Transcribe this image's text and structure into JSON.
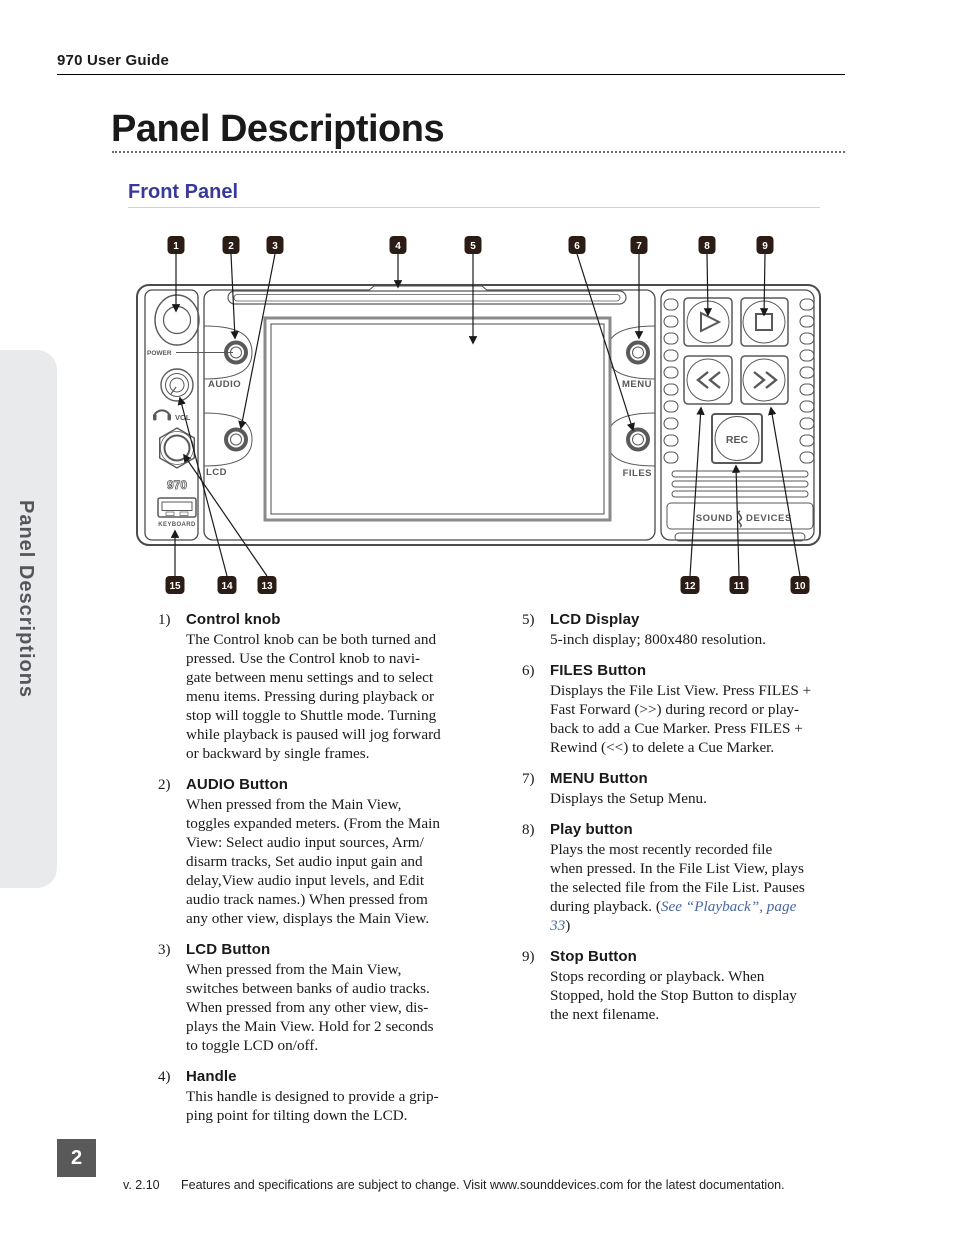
{
  "page": {
    "header_title": "970 User Guide",
    "title": "Panel Descriptions",
    "section_title": "Front Panel"
  },
  "sidebar": {
    "label": "Panel Descriptions"
  },
  "footer": {
    "page_number": "2",
    "version": "v. 2.10",
    "note": "Features and specifications are subject to change. Visit www.sounddevices.com for the latest documentation."
  },
  "colors": {
    "accent_blue": "#39399b",
    "link_blue": "#4667a5",
    "callout_bg": "#2b1c16",
    "page_badge_bg": "#595959",
    "sidebar_bg": "#e9eaec",
    "diagram_gray": "#58595b"
  },
  "diagram": {
    "callouts_top": [
      "1",
      "2",
      "3",
      "4",
      "5",
      "6",
      "7",
      "8",
      "9"
    ],
    "callouts_bottom": [
      "15",
      "14",
      "13",
      "12",
      "11",
      "10"
    ],
    "labels": {
      "power": "POWER",
      "vol": "VOL",
      "model": "970",
      "keyboard": "KEYBOARD",
      "audio": "AUDIO",
      "lcd": "LCD",
      "menu": "MENU",
      "files": "FILES",
      "rec": "REC",
      "brand_left": "SOUND",
      "brand_right": "DEVICES"
    }
  },
  "items": [
    {
      "num": "1)",
      "title": "Control knob",
      "body": "The Control knob can be both turned and\npressed. Use the Control knob to navi-\ngate between menu settings and to select\nmenu items. Pressing during playback or\nstop will toggle to Shuttle mode. Turning\nwhile playback is paused will jog forward\nor backward by single frames."
    },
    {
      "num": "2)",
      "title": "AUDIO Button",
      "body": "When pressed from the Main View,\ntoggles expanded meters. (From the Main\nView: Select audio input sources, Arm/\ndisarm tracks, Set audio input gain and\ndelay,View audio input levels, and Edit\naudio track names.) When pressed from\nany other view, displays the Main View."
    },
    {
      "num": "3)",
      "title": "LCD Button",
      "body": "When pressed from the Main View,\nswitches between banks of audio tracks.\nWhen pressed from any other view, dis-\nplays the Main View. Hold for 2 seconds\nto toggle LCD on/off."
    },
    {
      "num": "4)",
      "title": "Handle",
      "body": "This handle is designed to provide a grip-\nping point for tilting down the LCD."
    },
    {
      "num": "5)",
      "title": "LCD Display",
      "body": "5-inch display; 800x480 resolution."
    },
    {
      "num": "6)",
      "title": "FILES Button",
      "body": "Displays the File List View. Press FILES +\nFast Forward (>>) during record or play-\nback to add a Cue Marker. Press FILES +\nRewind (<<) to delete a Cue Marker."
    },
    {
      "num": "7)",
      "title": "MENU Button",
      "body": "Displays the Setup Menu."
    },
    {
      "num": "8)",
      "title": "Play button",
      "body_pre": "Plays the most recently recorded file\nwhen pressed. In the File List View, plays\nthe selected file from the File List. Pauses\nduring playback. (",
      "link": "See “Playback”, page\n33",
      "body_post": ")"
    },
    {
      "num": "9)",
      "title": "Stop Button",
      "body": "Stops recording or playback. When\nStopped, hold the Stop Button to display\nthe next filename."
    }
  ]
}
